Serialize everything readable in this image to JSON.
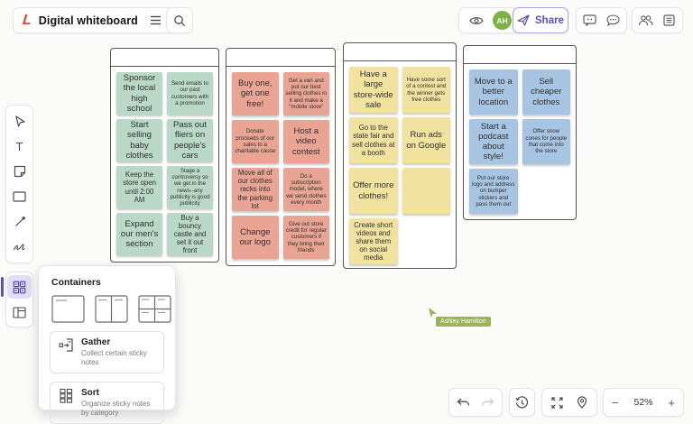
{
  "header": {
    "logo": "L",
    "title": "Digital whiteboard",
    "share_label": "Share",
    "avatar_initials": "AH"
  },
  "toolbar": {
    "tools": [
      "select",
      "text",
      "sticky-note",
      "shape",
      "line",
      "scribble",
      "containers",
      "frame"
    ],
    "active_tool": "containers"
  },
  "containers_panel": {
    "title": "Containers",
    "thumbnails": [
      "single-container",
      "two-column-container",
      "four-quadrant-container"
    ],
    "options": [
      {
        "title": "Gather",
        "subtitle": "Collect certain sticky notes"
      },
      {
        "title": "Sort",
        "subtitle": "Organize sticky notes by category"
      }
    ]
  },
  "boards": [
    {
      "name": "container-1",
      "note_color": "#b9d8c7",
      "notes": [
        "Sponsor the local high school",
        "Send emails to our past customers with a promotion",
        "Start selling baby clothes",
        "Pass out fliers on people's cars",
        "Keep the store open until 2:00 AM",
        "Stage a controversy so we get in the news--any publicity is good publicity",
        "Expand our men's section",
        "Buy a bouncy castle and set it out front"
      ]
    },
    {
      "name": "container-2",
      "note_color": "#e9a493",
      "notes": [
        "Buy one, get one free!",
        "Get a van and put our best selling clothes in it and make a \"mobile store\"",
        "Donate proceeds of our sales to a charitable cause",
        "Host a video contest",
        "Move all of our clothes racks into the parking lot",
        "Do a subscription model, where we send clothes every month",
        "Change our logo",
        "Give out store credit for regular customers if they bring their friends"
      ]
    },
    {
      "name": "container-3",
      "note_color": "#f2e2a0",
      "notes": [
        "Have a large store-wide sale",
        "Have some sort of a contest and the winner gets free clothes",
        "Go to the state fair and sell clothes at a booth",
        "Run ads on Google",
        "Offer more clothes!",
        "",
        "Create short videos and share them on social media"
      ]
    },
    {
      "name": "container-4",
      "note_color": "#a7c4e2",
      "notes": [
        "Move to a better location",
        "Sell cheaper clothes",
        "Start a podcast about style!",
        "Offer snow cones for people that come into the store",
        "Put our store logo and address on bumper stickers and pass them out"
      ]
    }
  ],
  "collaborator": {
    "name": "Ashley Hamilton",
    "color": "#9cb357"
  },
  "controls": {
    "zoom_level": "52%",
    "minus": "−",
    "plus": "+"
  },
  "colors": {
    "accent": "#5a4fc0",
    "avatar_green": "#7cb342",
    "logo_red": "#e8432d"
  }
}
